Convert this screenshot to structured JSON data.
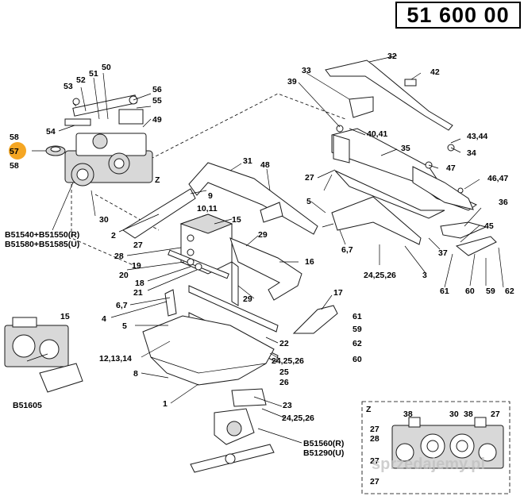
{
  "page_number": {
    "part1": "51",
    "part2": "600",
    "part3": "00"
  },
  "labels": {
    "l1": "1",
    "l2": "2",
    "l3": "3",
    "l4": "4",
    "l5a": "5",
    "l5b": "5",
    "l67a": "6,7",
    "l67b": "6,7",
    "l8": "8",
    "l9": "9",
    "l1011": "10,11",
    "l121314": "12,13,14",
    "l15a": "15",
    "l15b": "15",
    "l16": "16",
    "l17": "17",
    "l18": "18",
    "l19": "19",
    "l20": "20",
    "l21": "21",
    "l22": "22",
    "l23": "23",
    "l242526a": "24,25,26",
    "l242526b": "24,25,26",
    "l242526c": "24,25,26",
    "l25": "25",
    "l26": "26",
    "l27a": "27",
    "l27b": "27",
    "l28": "28",
    "l29a": "29",
    "l29b": "29",
    "l30": "30",
    "l31": "31",
    "l32": "32",
    "l33": "33",
    "l34": "34",
    "l35": "35",
    "l36": "36",
    "l37": "37",
    "l39": "39",
    "l4041": "40,41",
    "l42": "42",
    "l4344": "43,44",
    "l45": "45",
    "l4647": "46,47",
    "l47": "47",
    "l48": "48",
    "l49": "49",
    "l50": "50",
    "l51": "51",
    "l52": "52",
    "l53": "53",
    "l54": "54",
    "l55": "55",
    "l56": "56",
    "l57": "57",
    "l58a": "58",
    "l58b": "58",
    "l59a": "59",
    "l59b": "59",
    "l60a": "60",
    "l60b": "60",
    "l61a": "61",
    "l61b": "61",
    "l62a": "62",
    "l62b": "62",
    "lZ": "Z",
    "lB1": "B51540+B51550(R)",
    "lB2": "B51580+B51585(U)",
    "lB605": "B51605",
    "lB560": "B51560(R)",
    "lB290": "B51290(U)",
    "lZbox": "Z",
    "lz38a": "38",
    "lz30": "30",
    "lz38b": "38",
    "lz27a": "27",
    "lz27b": "27",
    "lz28": "28",
    "lz27c": "27",
    "lz27d": "27"
  },
  "watermark": "sprzedajemy.pl",
  "colors": {
    "highlight": "#f5a623",
    "ink": "#000000"
  }
}
